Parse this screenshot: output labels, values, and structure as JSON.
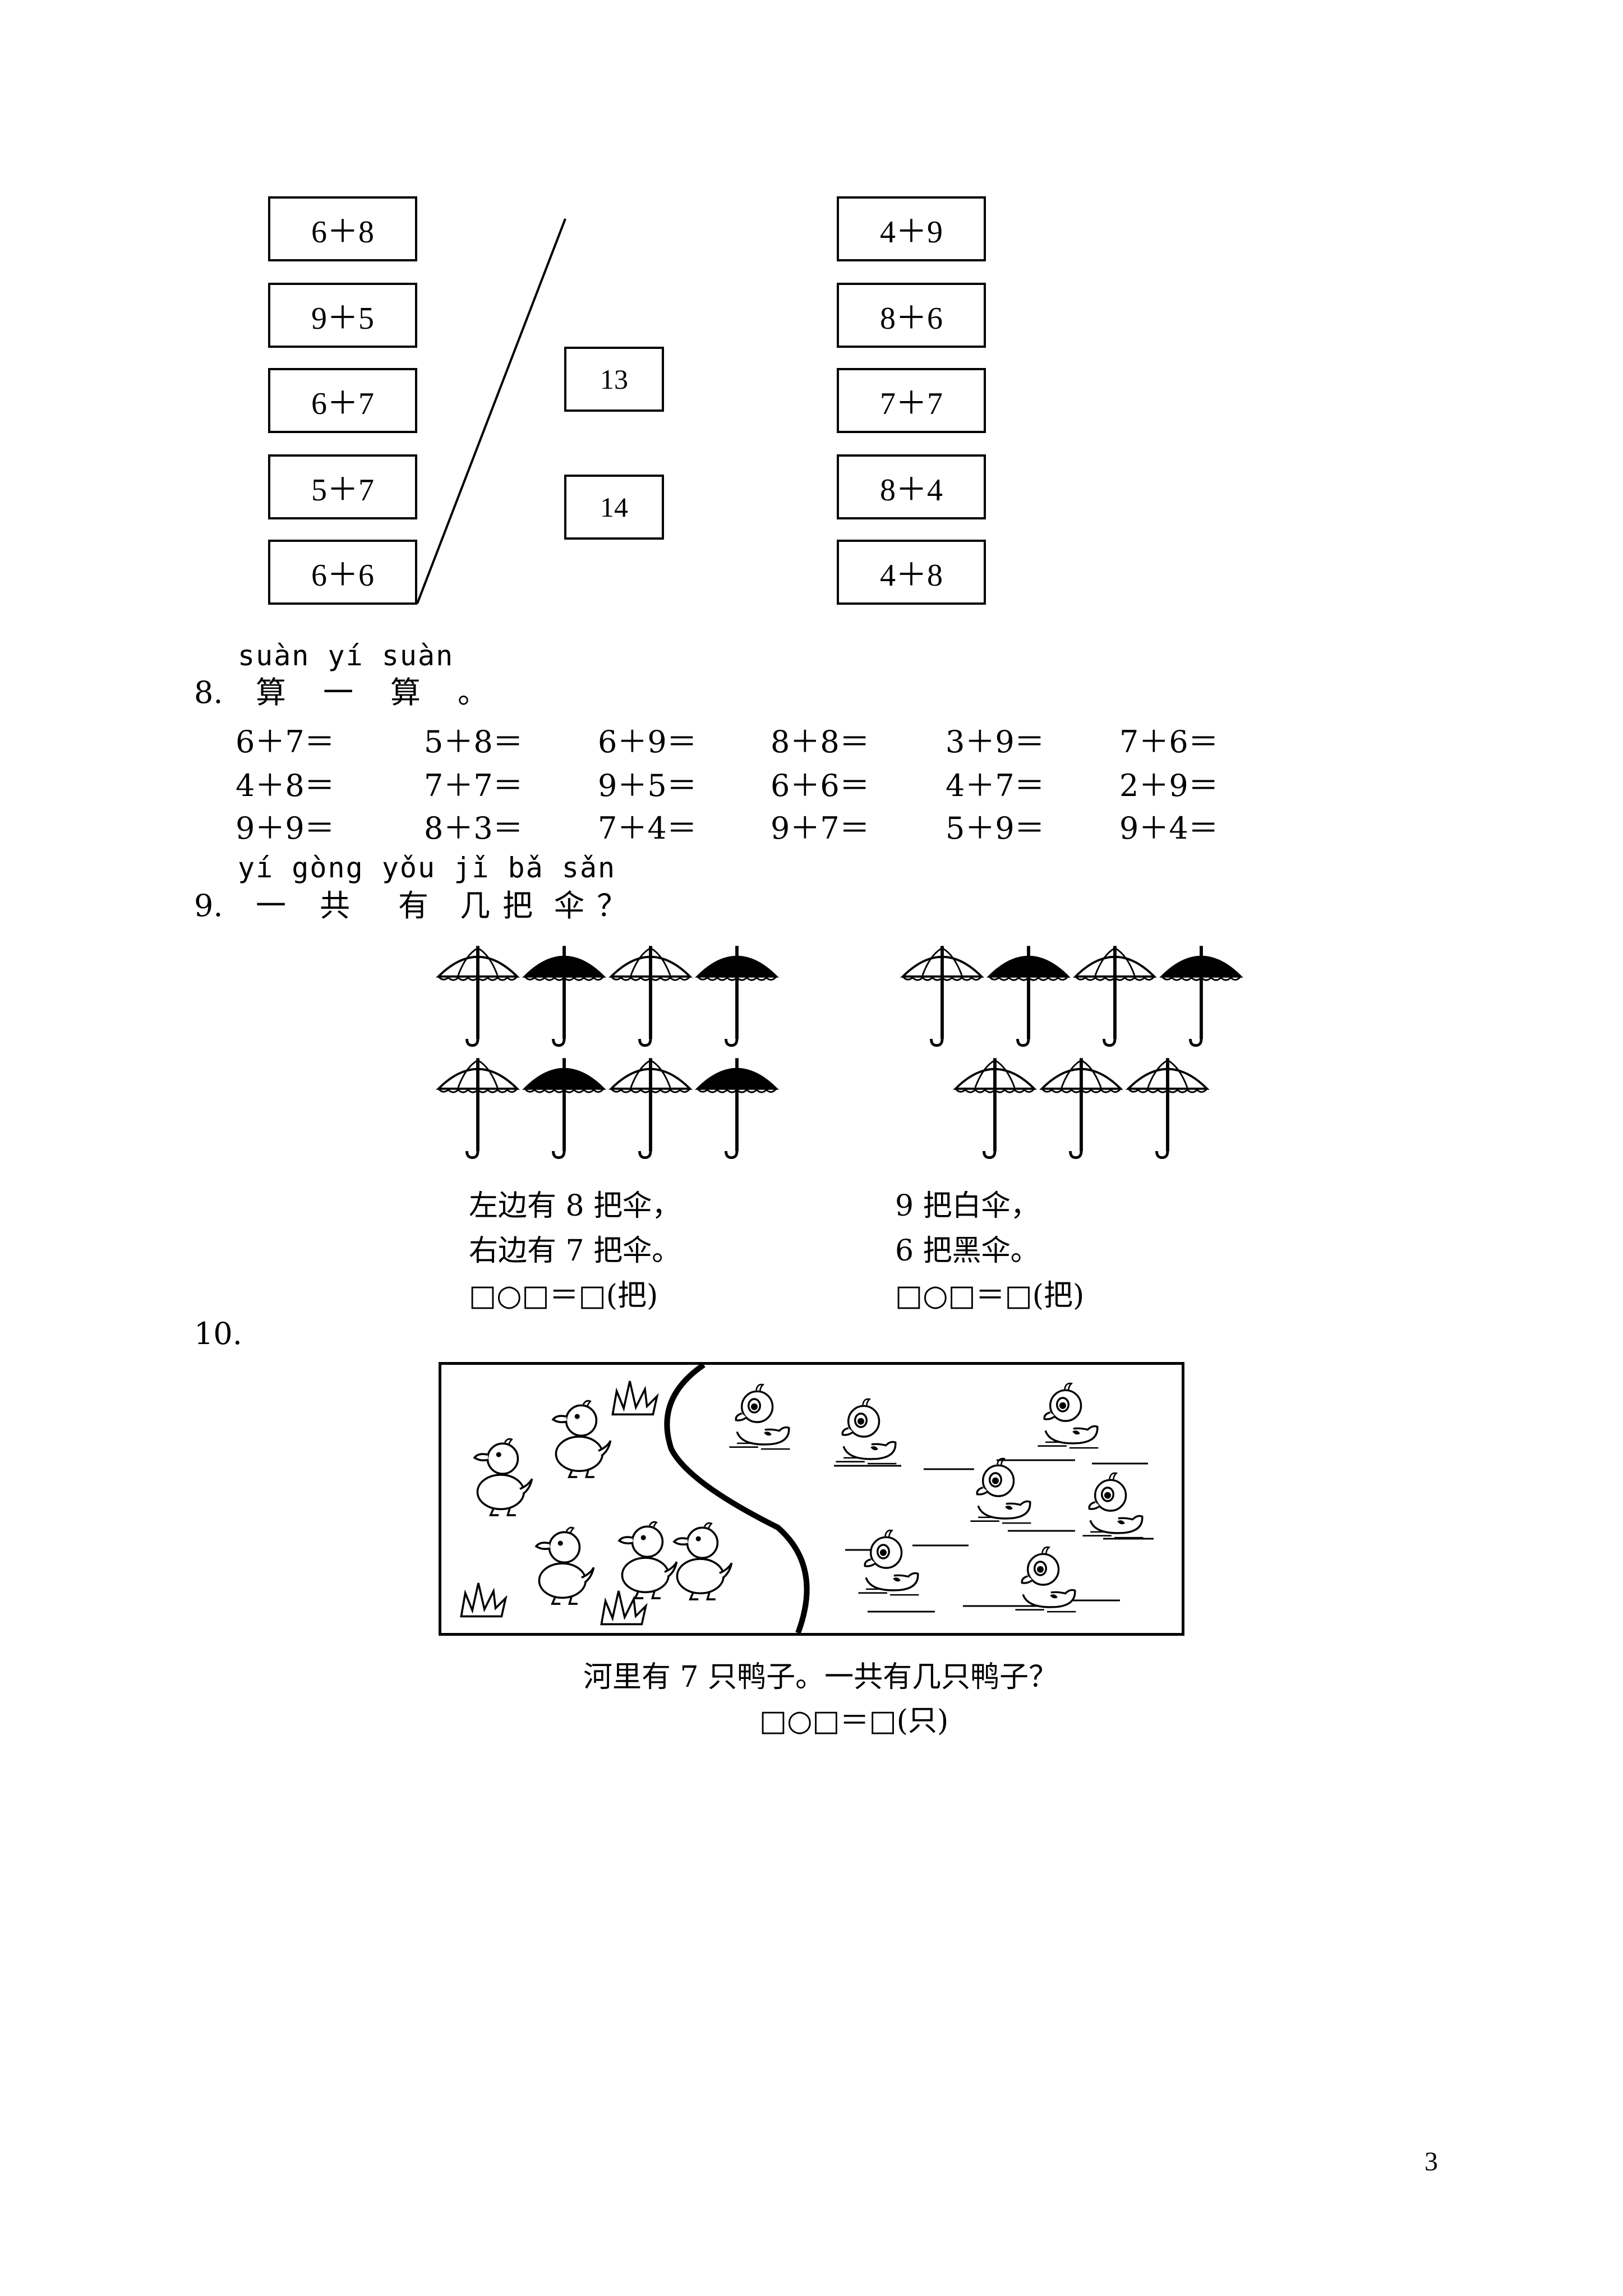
{
  "matching": {
    "left": [
      "6＋8",
      "9＋5",
      "6＋7",
      "5＋7",
      "6＋6"
    ],
    "middle": [
      "13",
      "14"
    ],
    "right": [
      "4＋9",
      "8＋6",
      "7＋7",
      "8＋4",
      "4＋8"
    ]
  },
  "q8": {
    "number": "8.",
    "pinyin": "suàn yí suàn",
    "chars": [
      "算",
      "一",
      "算",
      "。"
    ],
    "rows": [
      [
        "6＋7＝",
        "5＋8＝",
        "6＋9＝",
        "8＋8＝",
        "3＋9＝",
        "7＋6＝"
      ],
      [
        "4＋8＝",
        "7＋7＝",
        "9＋5＝",
        "6＋6＝",
        "4＋7＝",
        "2＋9＝"
      ],
      [
        "9＋9＝",
        "8＋3＝",
        "7＋4＝",
        "9＋7＝",
        "5＋9＝",
        "9＋4＝"
      ]
    ]
  },
  "q9": {
    "number": "9.",
    "pinyin": "yí gòng yǒu jǐ bǎ sǎn",
    "chars": [
      "一",
      "共",
      "有",
      "几",
      "把",
      "伞",
      "？"
    ],
    "left": {
      "line1": "左边有 8 把伞，",
      "line2": "右边有 7 把伞。",
      "formula": "□○□＝□(把)"
    },
    "right": {
      "line1": "9 把白伞，",
      "line2": "6 把黑伞。",
      "formula": "□○□＝□(把)"
    }
  },
  "q10": {
    "number": "10.",
    "question": "河里有 7 只鸭子。一共有几只鸭子？",
    "formula": "□○□＝□(只)"
  },
  "page_number": "3",
  "icons": {
    "umbrella": "umbrella-icon",
    "duck": "duck-icon",
    "grass": "grass-icon"
  }
}
